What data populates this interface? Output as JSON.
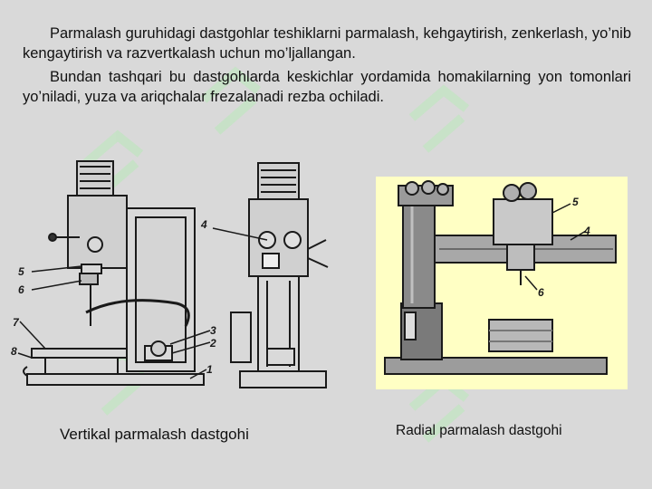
{
  "paragraphs": [
    "Parmalash guruhidagi dastgohlar teshiklarni parmalash, kehgaytirish, zenkerlash, yo’nib kengaytirish  va razvertkalash uchun mo’ljallangan.",
    "Bundan tashqari bu dastgohlarda keskichlar yordamida homakilarning yon tomonlari yo’niladi, yuza va ariqchalar frezalanadi rezba ochiladi."
  ],
  "figures": {
    "vertical": {
      "caption": "Vertikal parmalash dastgohi",
      "labels": [
        "1",
        "2",
        "3",
        "4",
        "5",
        "6",
        "7",
        "8"
      ]
    },
    "radial": {
      "caption": "Radial parmalash dastgohi",
      "labels": [
        "4",
        "5",
        "6"
      ]
    }
  },
  "colors": {
    "background": "#d9d9d9",
    "radial_photo_bg": "#ffffc4",
    "watermark": "#bfe0bf",
    "ink": "#111111"
  }
}
